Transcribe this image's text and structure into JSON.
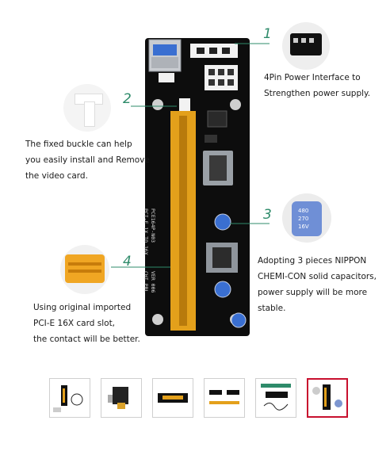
{
  "callouts": [
    {
      "num": "1",
      "lines": [
        "4Pin Power Interface to",
        "Strengthen power supply."
      ]
    },
    {
      "num": "2",
      "lines": [
        "The fixed buckle can help",
        "you easily install and Remove",
        "the video card."
      ]
    },
    {
      "num": "3",
      "lines": [
        "Adopting 3 pieces NIPPON",
        "CHEMI-CON solid capacitors,",
        "power supply will be more",
        "stable."
      ]
    },
    {
      "num": "4",
      "lines": [
        "Using original imported",
        "PCI-E 16X card slot,",
        "the contact will be better."
      ]
    }
  ],
  "board": {
    "label_a": "PCI-E 1X TO 16X",
    "label_b": "PCE164P-N03",
    "label_c": "CHI PRL",
    "label_d": "VER 006",
    "cap_text": [
      "480",
      "270",
      "16V"
    ]
  },
  "thumbnails": [
    "thumb-1",
    "thumb-2",
    "thumb-3",
    "thumb-4",
    "thumb-5",
    "thumb-6"
  ],
  "colors": {
    "accent": "#2e8b6a",
    "selected_border": "#c8102e",
    "pcb": "#111111",
    "slot": "#e3a01b"
  }
}
